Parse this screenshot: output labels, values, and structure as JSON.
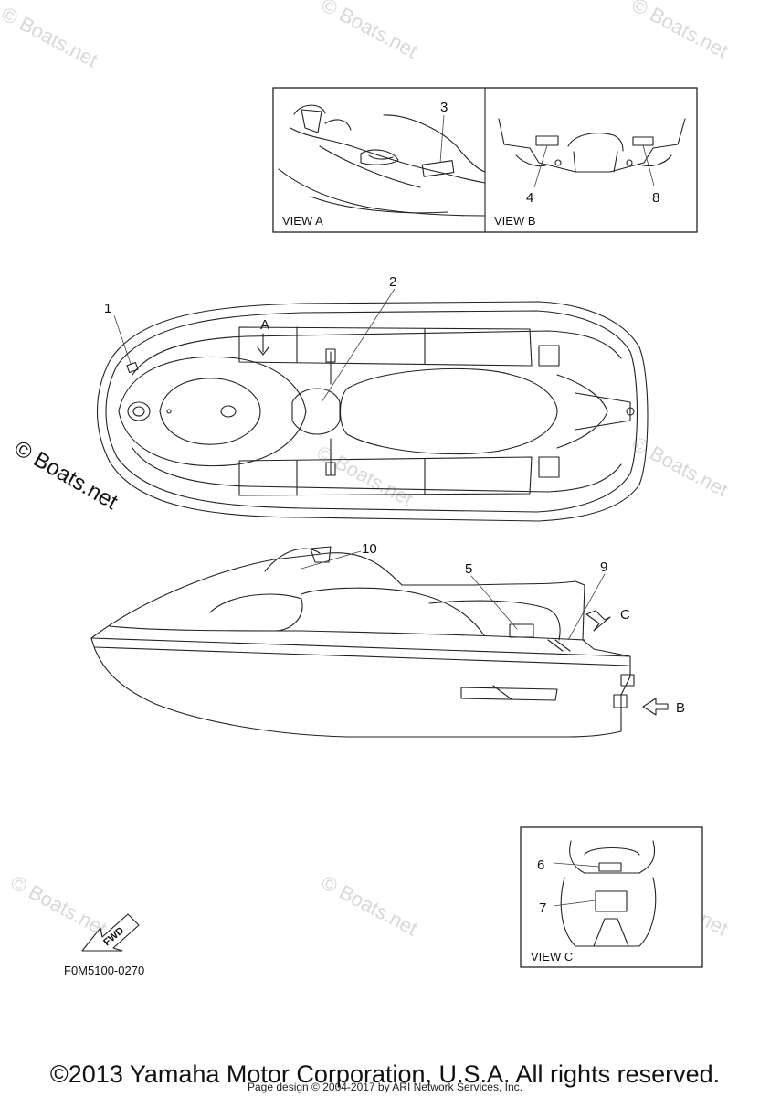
{
  "watermark": {
    "text": "© Boats.net"
  },
  "views": {
    "a": {
      "label": "VIEW A"
    },
    "b": {
      "label": "VIEW B"
    },
    "c": {
      "label": "VIEW C"
    }
  },
  "callouts": {
    "c1": "1",
    "c2": "2",
    "c3": "3",
    "c4": "4",
    "c5": "5",
    "c6": "6",
    "c7": "7",
    "c8": "8",
    "c9": "9",
    "c10": "10"
  },
  "arrows": {
    "a": "A",
    "b": "B",
    "c": "C"
  },
  "fwd_label": "FWD",
  "part_number": "F0M5100-0270",
  "footer": {
    "copyright": "©2013 Yamaha Motor Corporation, U.S.A. All rights reserved.",
    "page_design": "Page design © 2004-2017 by ARI Network Services, Inc."
  }
}
